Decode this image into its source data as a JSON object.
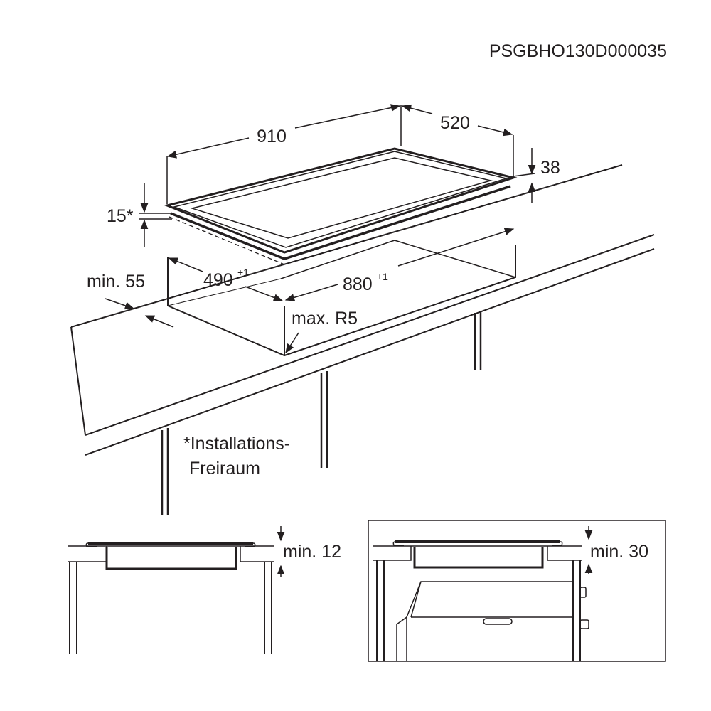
{
  "drawing_code": "PSGBHO130D000035",
  "dimensions": {
    "hob_width": "910",
    "hob_depth": "520",
    "hob_height": "38",
    "clearance_top": "15*",
    "edge_distance": "min. 55",
    "cutout_depth": "490",
    "cutout_depth_tol": "+1",
    "cutout_width": "880",
    "cutout_width_tol": "+1",
    "corner_radius": "max. R5"
  },
  "footnote": {
    "line1": "*Installations-",
    "line2": "Freiraum"
  },
  "detail_left": {
    "label": "min. 12"
  },
  "detail_right": {
    "label": "min. 30"
  },
  "colors": {
    "line": "#231f20",
    "background": "#ffffff"
  }
}
